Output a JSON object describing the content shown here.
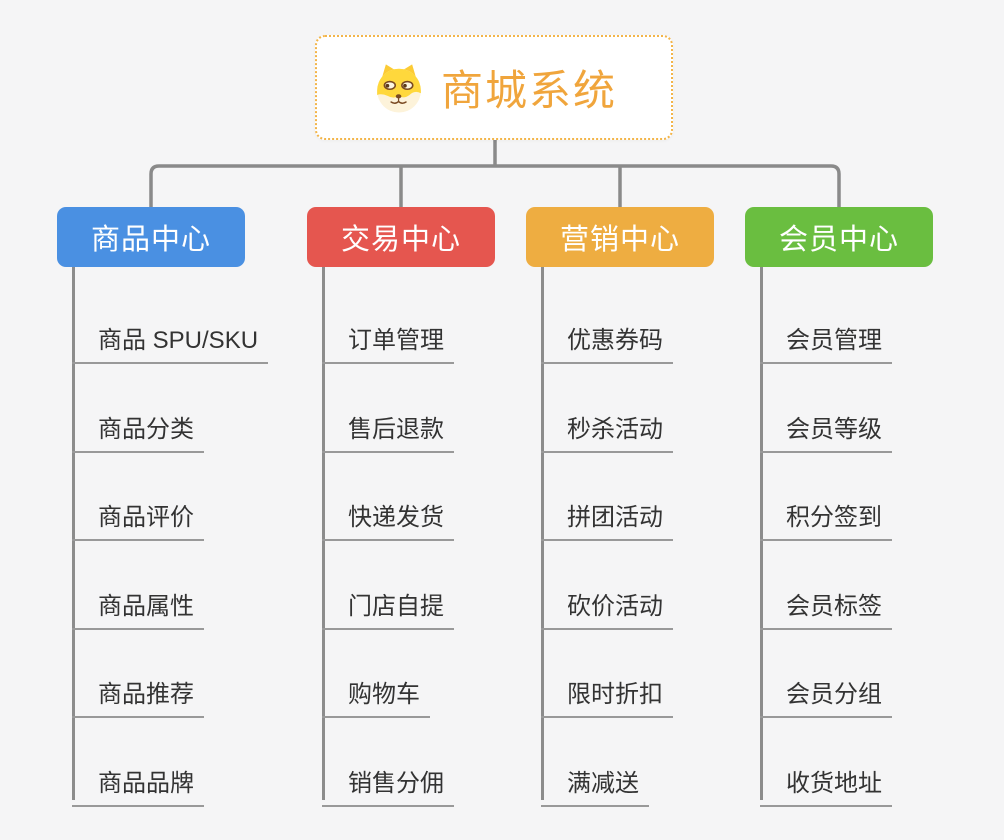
{
  "root": {
    "title": "商城系统",
    "icon": "shiba-dog-icon",
    "accent": "#f0a53c",
    "border_color": "#f3b54a"
  },
  "branches": [
    {
      "label": "商品中心",
      "color": "#4a90e2",
      "items": [
        "商品 SPU/SKU",
        "商品分类",
        "商品评价",
        "商品属性",
        "商品推荐",
        "商品品牌"
      ]
    },
    {
      "label": "交易中心",
      "color": "#e5564f",
      "items": [
        "订单管理",
        "售后退款",
        "快递发货",
        "门店自提",
        "购物车",
        "销售分佣"
      ]
    },
    {
      "label": "营销中心",
      "color": "#eead41",
      "items": [
        "优惠券码",
        "秒杀活动",
        "拼团活动",
        "砍价活动",
        "限时折扣",
        "满减送"
      ]
    },
    {
      "label": "会员中心",
      "color": "#6abe40",
      "items": [
        "会员管理",
        "会员等级",
        "积分签到",
        "会员标签",
        "会员分组",
        "收货地址"
      ]
    }
  ],
  "colors": {
    "background": "#f5f5f6",
    "connector_line": "#8a8a8a",
    "leaf_underline": "#999999",
    "leaf_text": "#333333",
    "branch_text": "#ffffff"
  }
}
